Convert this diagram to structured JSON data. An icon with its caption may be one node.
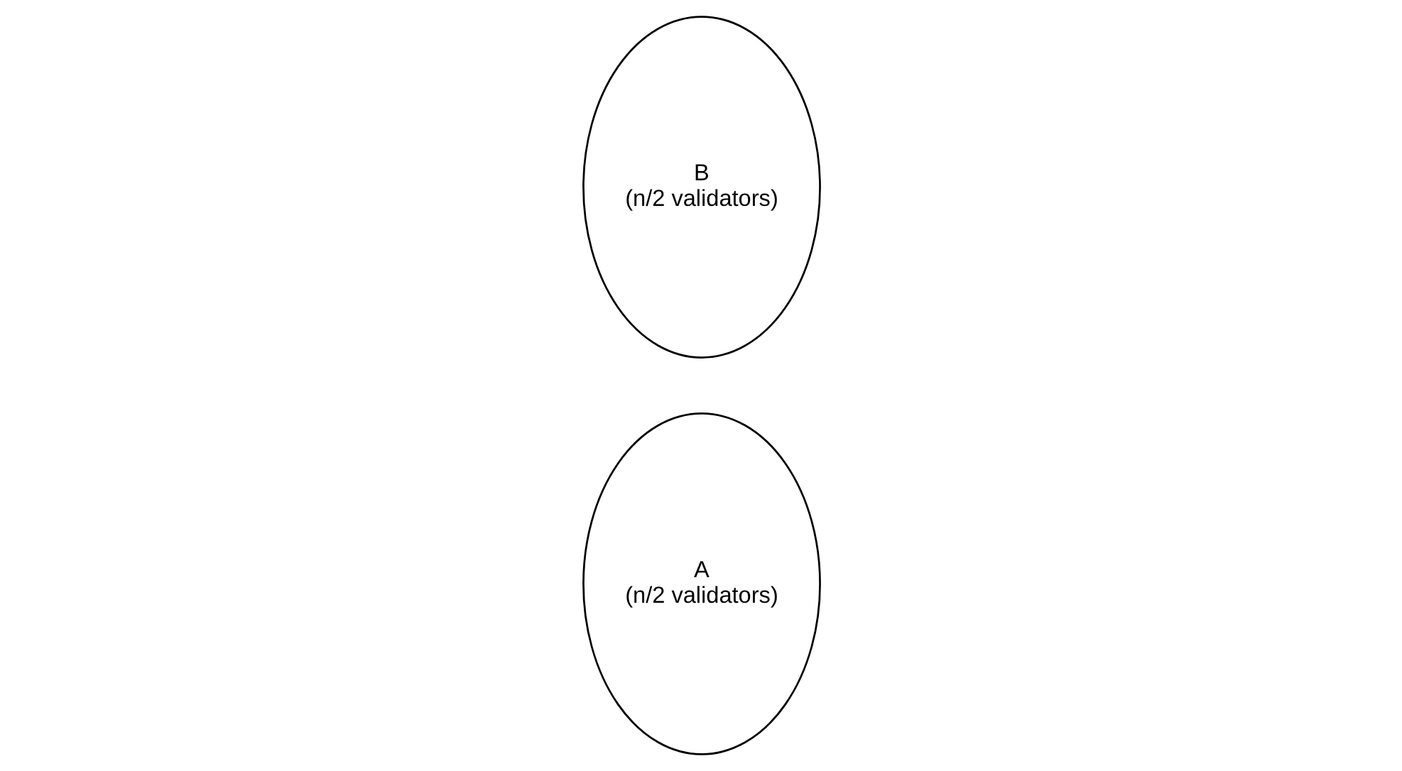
{
  "diagram": {
    "nodes": [
      {
        "text": [
          "A",
          "(n/2 validators)"
        ]
      },
      {
        "text": [
          "B",
          "(n/2 validators)"
        ]
      }
    ]
  }
}
